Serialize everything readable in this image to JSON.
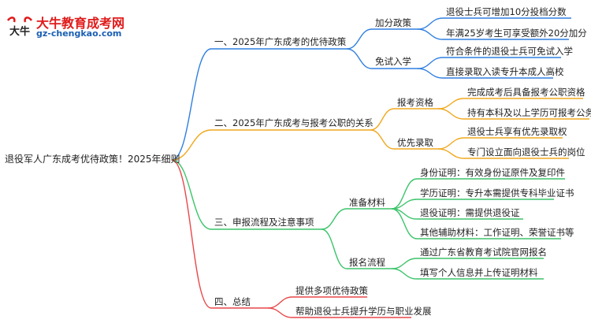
{
  "brand": {
    "name": "大牛教育成考网",
    "url": "gz-chengkao.com",
    "mark_text": "大牛"
  },
  "colors": {
    "branch1": "#2f7fe0",
    "branch2": "#f0a81e",
    "branch3": "#3cc46a",
    "branch4": "#e8474a",
    "brand_red": "#e01b1b",
    "brand_blue": "#1a5fb4"
  },
  "mindmap": {
    "root": "退役军人广东成考优待政策！2025年细则",
    "branches": [
      {
        "label": "一、2025年广东成考的优待政策",
        "children": [
          {
            "label": "加分政策",
            "leaves": [
              "退役士兵可增加10分投档分数",
              "年满25岁考生可享受额外20分加分"
            ]
          },
          {
            "label": "免试入学",
            "leaves": [
              "符合条件的退役士兵可免试入学",
              "直接录取入读专升本成人高校"
            ]
          }
        ]
      },
      {
        "label": "二、2025年广东成考与报考公职的关系",
        "children": [
          {
            "label": "报考资格",
            "leaves": [
              "完成成考后具备报考公职资格",
              "持有本科及以上学历可报考公务员"
            ]
          },
          {
            "label": "优先录取",
            "leaves": [
              "退役士兵享有优先录取权",
              "专门设立面向退役士兵的岗位"
            ]
          }
        ]
      },
      {
        "label": "三、申报流程及注意事项",
        "children": [
          {
            "label": "准备材料",
            "leaves": [
              "身份证明：有效身份证原件及复印件",
              "学历证明：专升本需提供专科毕业证书",
              "退役证明：需提供退役证",
              "其他辅助材料：工作证明、荣誉证书等"
            ]
          },
          {
            "label": "报名流程",
            "leaves": [
              "通过广东省教育考试院官网报名",
              "填写个人信息并上传证明材料"
            ]
          }
        ]
      },
      {
        "label": "四、总结",
        "leaves": [
          "提供多项优待政策",
          "帮助退役士兵提升学历与职业发展"
        ]
      }
    ]
  }
}
